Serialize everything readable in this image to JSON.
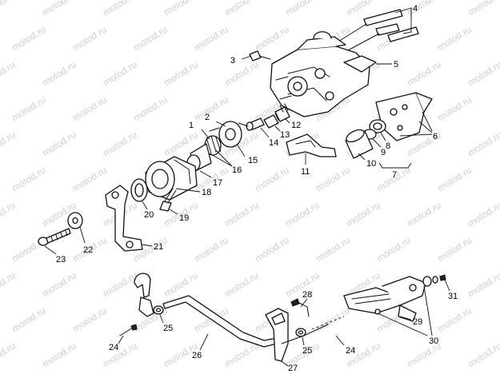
{
  "watermark": "motod.ru",
  "callouts": [
    "1",
    "2",
    "3",
    "4",
    "5",
    "6",
    "7",
    "8",
    "9",
    "10",
    "11",
    "12",
    "13",
    "14",
    "15",
    "16",
    "17",
    "18",
    "19",
    "20",
    "21",
    "22",
    "23",
    "24",
    "24",
    "25",
    "25",
    "26",
    "27",
    "28",
    "29",
    "30",
    "31"
  ],
  "colors": {
    "ink": "#111111",
    "background": "#ffffff",
    "watermark": "#cfcfcf"
  }
}
